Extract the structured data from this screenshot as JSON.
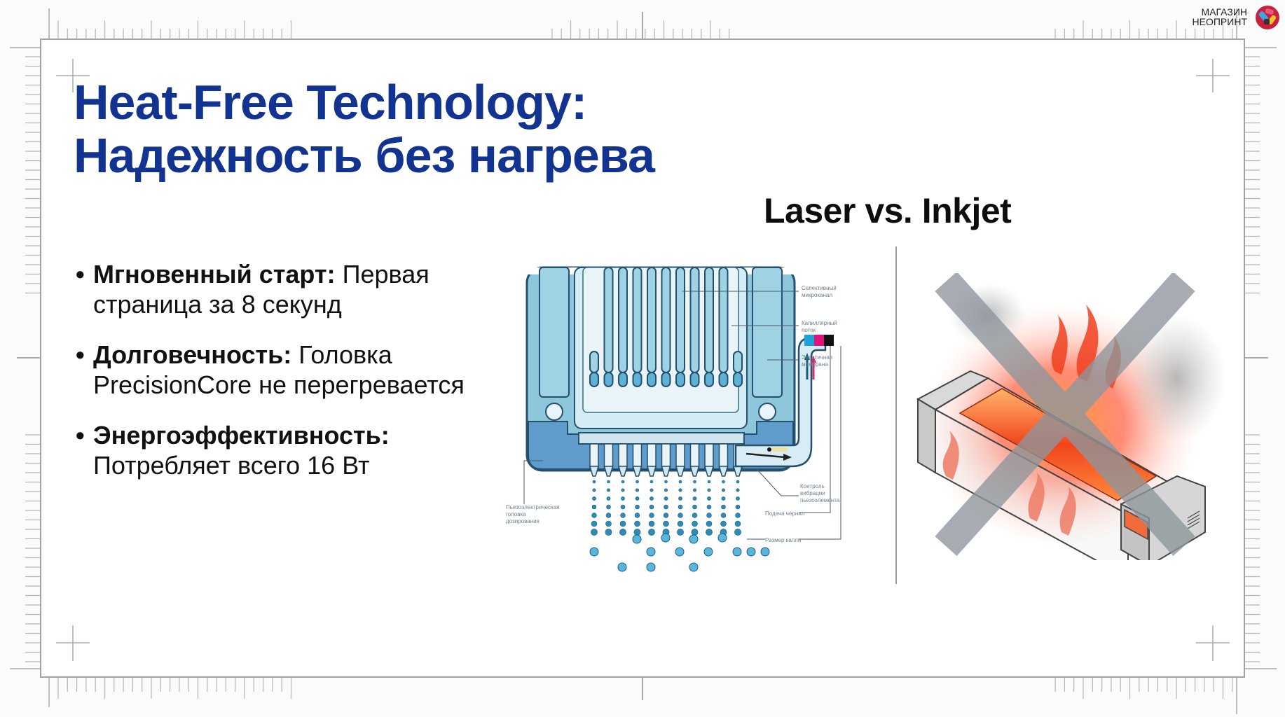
{
  "brand": {
    "name_line1": "МАГАЗИН",
    "name_line2": "НЕОПРИНТ",
    "logo_icon": "neoprint-logo-icon",
    "colors": {
      "logo_bg": "#c8203f",
      "logo_cyan": "#3aa7e0",
      "logo_yellow": "#f2c230",
      "logo_pink": "#e55a7a"
    }
  },
  "slide": {
    "title_line1": "Heat-Free Technology:",
    "title_line2": "Надежность без нагрева",
    "title_color": "#12338f",
    "bullets": [
      {
        "label": "Мгновенный старт:",
        "text_line1": " Первая",
        "text_line2": "страница за 8 секунд"
      },
      {
        "label": "Долговечность:",
        "text_line1": " Головка",
        "text_line2": "PrecisionCore не перегревается"
      },
      {
        "label": "Энергоэффективность:",
        "text_line1": "",
        "text_line2": "Потребляет всего 16 Вт"
      }
    ],
    "comparison_title": "Laser vs. Inkjet",
    "diagram": {
      "name": "inkjet-printhead-diagram",
      "ink_colors": {
        "cyan": "#1ea0d8",
        "magenta": "#e0127e",
        "black": "#111111"
      },
      "labels_illegible": true
    },
    "laser_image": {
      "name": "overheating-laser-printer-crossed-out",
      "cross_color": "#8e969c",
      "heat_color": "#f04a24"
    }
  }
}
